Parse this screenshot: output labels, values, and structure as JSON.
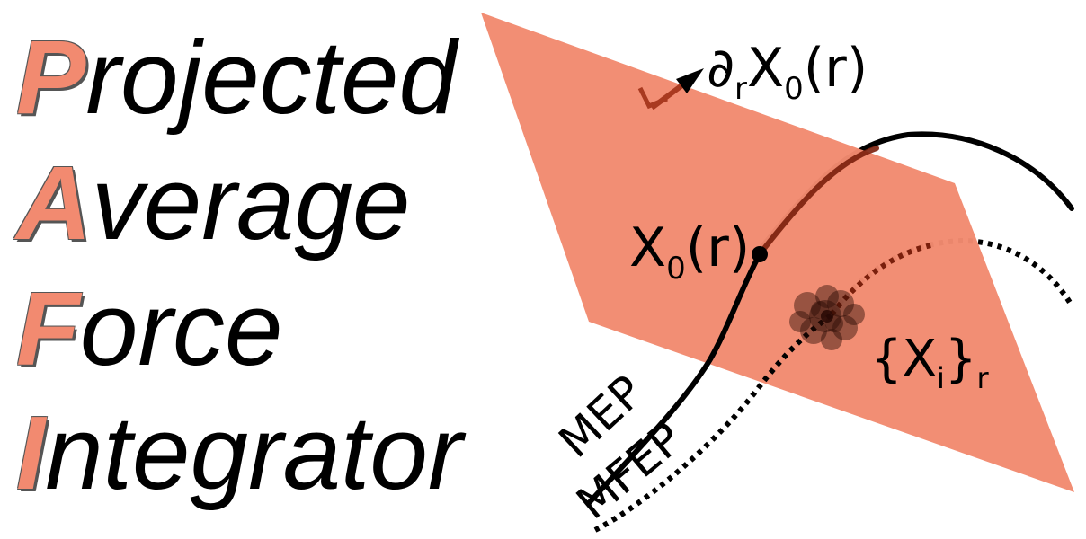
{
  "acronym": {
    "words": [
      {
        "initial": "P",
        "rest": "rojected"
      },
      {
        "initial": "A",
        "rest": "verage"
      },
      {
        "initial": "F",
        "rest": "orce"
      },
      {
        "initial": "I",
        "rest": "ntegrator"
      }
    ]
  },
  "diagram": {
    "plane_color": "#f28a70",
    "tangent_label": {
      "partial": "∂",
      "sub_r": "r",
      "X": "X",
      "sub_0": "0",
      "arg": "(r)"
    },
    "point_label": {
      "X": "X",
      "sub_0": "0",
      "arg": "(r)"
    },
    "ensemble_label": {
      "open": "{X",
      "sub_i": "i",
      "close": "}",
      "sub_r": "r"
    },
    "mep_label": "MEP",
    "mfep_label": "MFEP"
  }
}
